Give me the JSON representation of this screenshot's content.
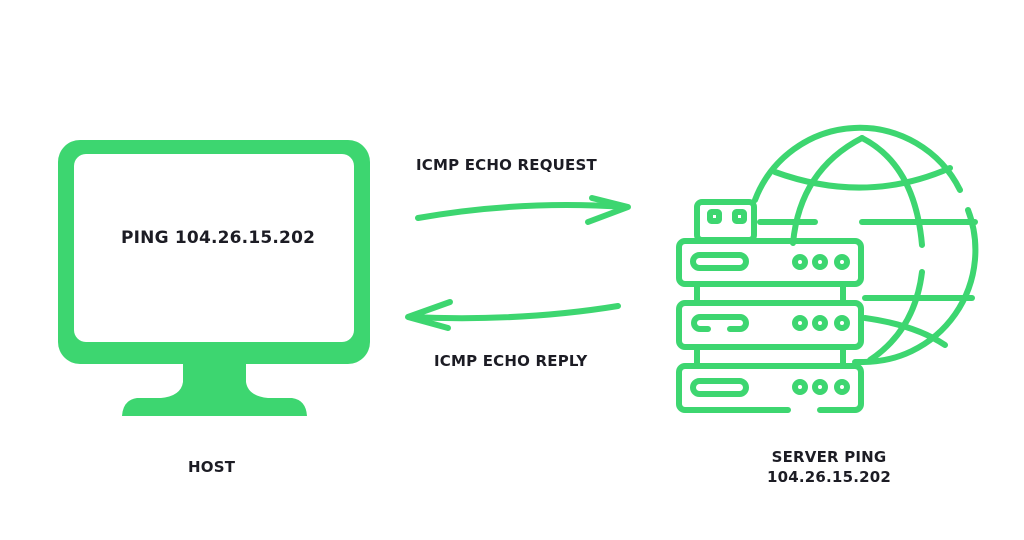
{
  "diagram": {
    "title": "Ping ICMP echo exchange",
    "accent_color": "#3dd670",
    "text_color": "#1c1c24",
    "host": {
      "screen_text": "PING 104.26.15.202",
      "label": "HOST",
      "icon": "monitor-icon"
    },
    "request": {
      "label": "ICMP ECHO REQUEST",
      "direction": "host-to-server",
      "icon": "arrow-right-icon"
    },
    "reply": {
      "label": "ICMP ECHO REPLY",
      "direction": "server-to-host",
      "icon": "arrow-left-icon"
    },
    "server": {
      "label_line1": "SERVER PING",
      "label_line2": "104.26.15.202",
      "icon": "server-globe-icon"
    }
  }
}
